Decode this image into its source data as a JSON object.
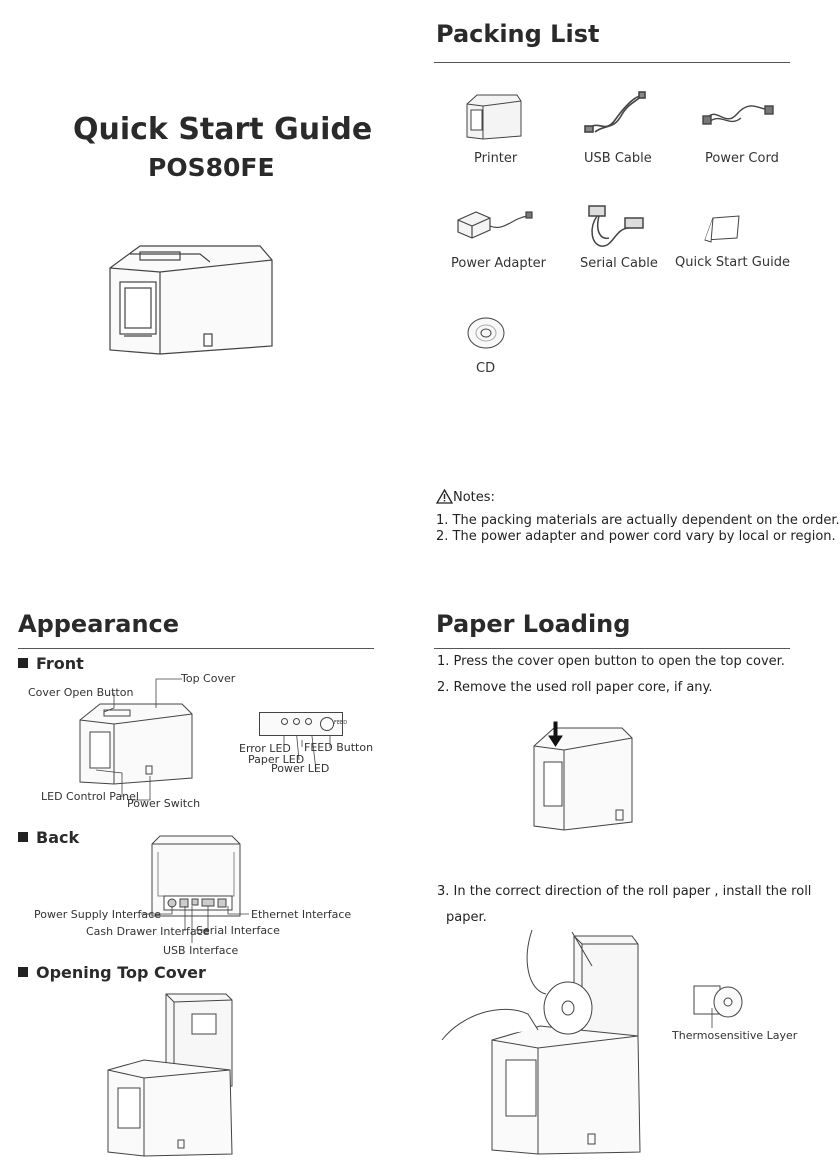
{
  "guide": {
    "title": "Quick Start Guide",
    "model": "POS80FE"
  },
  "packing": {
    "title": "Packing List",
    "items": [
      "Printer",
      "USB  Cable",
      "Power Cord",
      "Power Adapter",
      "Serial Cable",
      "Quick Start Guide",
      "CD"
    ],
    "notes_title": "Notes:",
    "notes": [
      "1. The packing materials are actually dependent on the order.",
      "2. The power adapter and power cord vary by local or region."
    ]
  },
  "appearance": {
    "title": "Appearance",
    "front": {
      "heading": "Front",
      "labels": {
        "top_cover": "Top Cover",
        "cover_open_button": "Cover Open Button",
        "led_control_panel": "LED Control Panel",
        "power_switch": "Power Switch",
        "error_led": "Error LED",
        "paper_led": "Paper LED",
        "power_led": "Power LED",
        "feed_button": "FEED Button",
        "feed_text": "FEED"
      }
    },
    "back": {
      "heading": "Back",
      "labels": {
        "power_supply": "Power Supply Interface",
        "cash_drawer": "Cash Drawer Interface",
        "usb": "USB Interface",
        "serial": "Serial Interface",
        "ethernet": "Ethernet Interface"
      }
    },
    "opening": {
      "heading": "Opening Top Cover"
    }
  },
  "paper_loading": {
    "title": "Paper Loading",
    "steps": [
      "1. Press the cover open button to open the top cover.",
      "2. Remove the used roll paper core, if any.",
      "3. In the correct direction of the roll paper , install the roll",
      "paper."
    ],
    "thermo_label": "Thermosensitive Layer"
  }
}
